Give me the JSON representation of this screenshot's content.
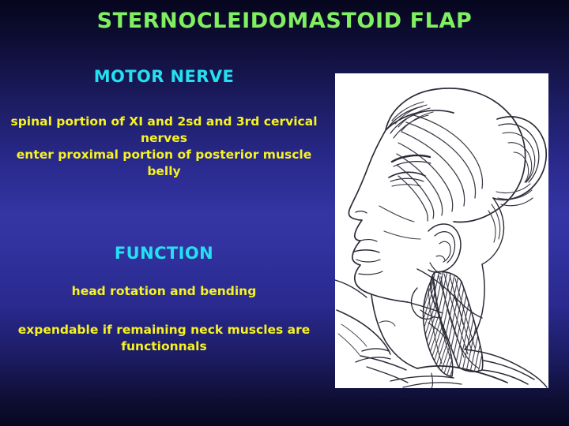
{
  "slide": {
    "title": "STERNOCLEIDOMASTOID FLAP",
    "title_color": "#80ef60",
    "background_top_color": "#06061e",
    "background_mid_color": "#3434a3",
    "background_bottom_color": "#070722"
  },
  "content": {
    "heading_color": "#25e0f0",
    "body_color": "#f7f320",
    "sections": [
      {
        "heading": "MOTOR NERVE",
        "paragraphs": [
          "spinal portion of XI and 2sd and 3rd cervical nerves\nenter proximal portion of posterior muscle belly"
        ]
      },
      {
        "heading": "FUNCTION",
        "paragraphs": [
          "head rotation and bending",
          "expendable if remaining neck muscles are functionnals"
        ]
      }
    ]
  },
  "illustration": {
    "caption": "line drawing of head in profile with hair in bun, neck extended, showing hatched sternocleidomastoid muscle running from mastoid process to clavicle and sternum",
    "panel_background": "#ffffff",
    "ink_color": "#2b2b38"
  }
}
